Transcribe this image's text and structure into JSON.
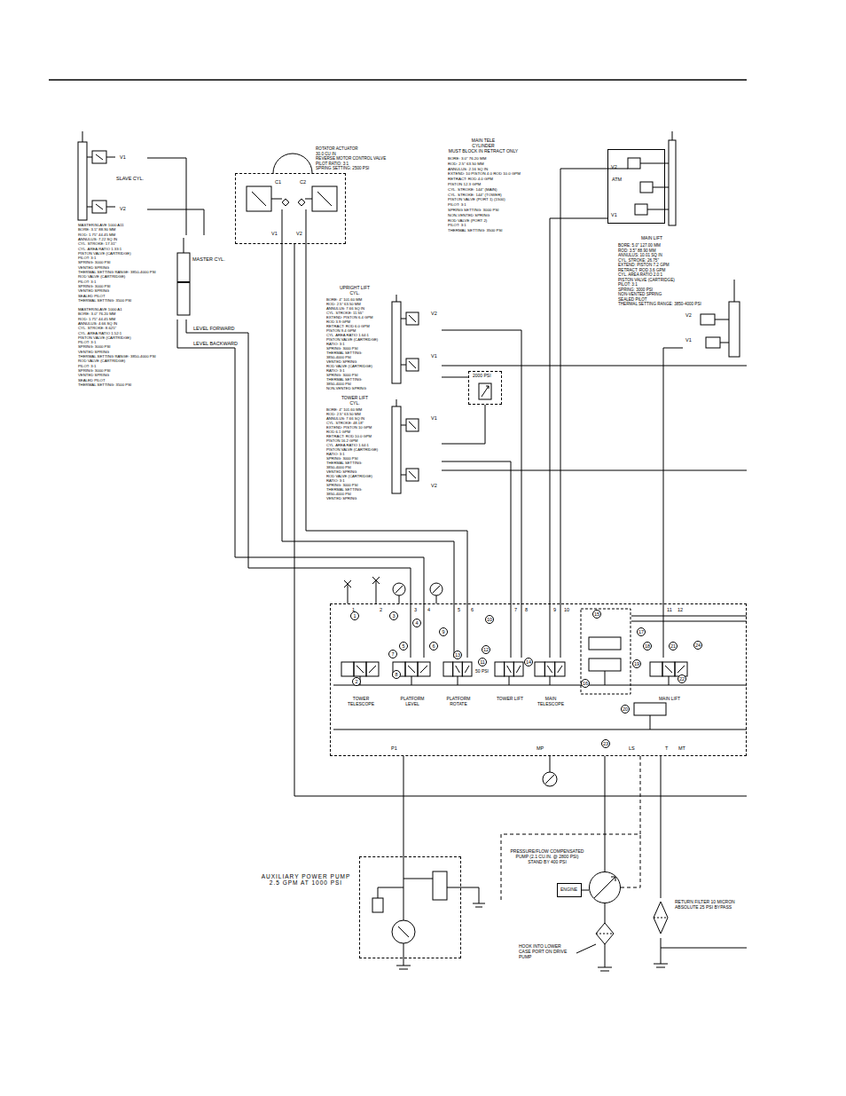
{
  "diagram": {
    "nodes": [
      {
        "text": [
          "V1",
          "SLAVE CYL.",
          "V2"
        ]
      },
      {
        "text": [
          "MASTER CYL."
        ]
      },
      {
        "text": [
          "C1",
          "C2",
          "V1",
          "V2"
        ]
      },
      {
        "text": [
          "V2",
          "ATM",
          "V1"
        ]
      },
      {
        "text": [
          "V2",
          "V1"
        ]
      },
      {
        "text": [
          "V2",
          "V1"
        ]
      },
      {
        "text": [
          "V1",
          "V2"
        ]
      },
      {
        "text": [
          "2000 PSI"
        ]
      },
      {
        "text": [
          "1",
          "2",
          "3",
          "4",
          "5",
          "6",
          "7",
          "8",
          "9",
          "10",
          "11",
          "12",
          "P1",
          "MP",
          "LS",
          "T",
          "MT"
        ]
      },
      {
        "text": [
          "TOWER TELESCOPE"
        ],
        "in": 8
      },
      {
        "text": [
          "PLATFORM LEVEL"
        ],
        "in": 8
      },
      {
        "text": [
          "PLATFORM ROTATE"
        ],
        "in": 8
      },
      {
        "text": [
          "TOWER LIFT"
        ],
        "in": 8
      },
      {
        "text": [
          "MAIN TELESCOPE"
        ],
        "in": 8
      },
      {
        "text": [
          "MAIN LIFT"
        ],
        "in": 8
      },
      {
        "text": [
          "AUXILIARY POWER PUMP 2.5 GPM AT 1000 PSI"
        ]
      },
      {
        "text": [
          "ENGINE"
        ]
      },
      {
        "text": [
          "PRESSURE/FLOW COMPENSATED PUMP (2.1 CU.IN. @ 2800 PSI) STAND BY 400 PSI"
        ]
      },
      {
        "text": [
          "RETURN FILTER 10 MICRON ABSOLUTE 25 PSI BYPASS"
        ]
      }
    ],
    "edges": [
      {
        "from": 0,
        "to": 1,
        "arrow": "none"
      },
      {
        "from": 0,
        "to": 1,
        "arrow": "none"
      },
      {
        "from": 1,
        "to": 10,
        "label": "LEVEL FORWARD",
        "arrow": "none"
      },
      {
        "from": 1,
        "to": 10,
        "label": "LEVEL BACKWARD",
        "arrow": "none"
      },
      {
        "from": 2,
        "to": 11,
        "arrow": "none"
      },
      {
        "from": 2,
        "to": 11,
        "arrow": "none"
      },
      {
        "from": 5,
        "to": 12,
        "arrow": "none"
      },
      {
        "from": 6,
        "to": 12,
        "arrow": "none"
      },
      {
        "from": 7,
        "to": 5,
        "arrow": "none"
      },
      {
        "from": 7,
        "to": 6,
        "arrow": "none"
      },
      {
        "from": 3,
        "to": 13,
        "arrow": "none"
      },
      {
        "from": 3,
        "to": 13,
        "arrow": "none"
      },
      {
        "from": 4,
        "to": 14,
        "arrow": "none"
      },
      {
        "from": 15,
        "to": 8,
        "arrow": "none"
      },
      {
        "from": 17,
        "to": 8,
        "arrow": "none"
      },
      {
        "from": 16,
        "to": 17,
        "arrow": "none"
      },
      {
        "from": 8,
        "to": 18,
        "arrow": "none"
      }
    ],
    "labels": [
      "MASTER/SLAVE 1000 A11",
      "BORE: 3.5\" 88.90 MM",
      "ROD: 1.75\" 44.45 MM",
      "ANNULUS: 7.22 SQ IN",
      "CYL. STROKE: 17.31\"",
      "CYL. AREA RATIO 1.33:1",
      "PISTON VALVE (CARTRIDGE)",
      "PILOT: 3:1",
      "SPRING: 3000 PSI",
      "VENTED SPRING",
      "THERMAL SETTING RANGE: 3850-4000 PSI",
      "ROD VALVE (CARTRIDGE)",
      "PILOT: 3:1",
      "SPRING: 3000 PSI",
      "VENTED SPRING",
      "SEALED PILOT",
      "THERMAL SETTING: 3500 PSI",
      "MASTER/SLAVE 1000 A1",
      "BORE: 3.0\" 76.20 MM",
      "ROD: 1.75\" 44.45 MM",
      "ANNULUS: 4.66 SQ IN",
      "CYL. STROKE: 8.625\"",
      "CYL. AREA RATIO 1.52:1",
      "PISTON VALVE (CARTRIDGE)",
      "PILOT: 3:1",
      "SPRING: 3000 PSI",
      "VENTED SPRING",
      "THERMAL SETTING RANGE: 3850-4000 PSI",
      "ROD VALVE (CARTRIDGE)",
      "PILOT: 3:1",
      "SPRING: 3000 PSI",
      "VENTED SPRING",
      "SEALED PILOT",
      "THERMAL SETTING: 3500 PSI",
      "ROTATOR ACTUATOR",
      "30.0 CU IN",
      "REVERSE MOTOR CONTROL VALVE",
      "PILOT RATIO: 3:1",
      "SPRING SETTING: 2500 PSI",
      "MAIN TELE",
      "CYLINDER",
      "MUST BLOCK IN RETRACT ONLY",
      "BORE: 3.0\" 76.20 MM",
      "ROD: 2.5\" 63.50 MM",
      "ANNULUS: 2.16 SQ IN",
      "EXTEND: 10 PISTON 4.0 ROD 10.0 GPM",
      "RETRACT: ROD 4.0 GPM",
      "PISTON 12.3 GPM",
      "CYL. STROKE: 144\" (MAIN)",
      "CYL. STROKE: 144\" (TOWER)",
      "PISTON VALVE (PORT 1) (1500)",
      "PILOT: 3:1",
      "SPRING SETTING: 3000 PSI",
      "NON-VENTED SPRING",
      "ROD VALVE (PORT 2)",
      "PILOT: 3:1",
      "THERMAL SETTING: 3500 PSI",
      "MAIN LIFT",
      "BORE: 5.0\" 127.00 MM",
      "ROD: 3.5\" 88.90 MM",
      "ANNULUS: 10.01 SQ IN",
      "CYL. STROKE: 26.75\"",
      "EXTEND: PISTON 7.2 GPM",
      "RETRACT: ROD 3.6 GPM",
      "CYL. AREA RATIO 2.0:1",
      "PISTON VALVE (CARTRIDGE)",
      "PILOT: 3:1",
      "SPRING: 3000 PSI",
      "NON-VENTED SPRING",
      "SEALED PILOT",
      "THERMAL SETTING RANGE: 3850-4000 PSI",
      "UPRIGHT LIFT",
      "CYL.",
      "BORE: 4\" 101.60 MM",
      "ROD: 2.5\" 63.50 MM",
      "ANNULUS: 7.66 SQ IN",
      "CYL. STROKE: 11.55\"",
      "EXTEND: PISTON 6.4 GPM",
      "ROD 3.9 GPM",
      "RETRACT: ROD 6.0 GPM",
      "PISTON 9.4 GPM",
      "CYL. AREA RATIO 1.64:1",
      "PISTON VALVE (CARTRIDGE)",
      "RATIO: 3:1",
      "SPRING: 3000 PSI",
      "THERMAL SETTING:",
      "3850-4000 PSI",
      "VENTED SPRING",
      "ROD VALVE (CARTRIDGE)",
      "RATIO: 3:1",
      "SPRING: 3000 PSI",
      "THERMAL SETTING:",
      "3850-4000 PSI",
      "NON-VENTED SPRING",
      "TOWER LIFT",
      "CYL.",
      "BORE: 4\" 101.60 MM",
      "ROD: 2.5\" 63.50 MM",
      "ANNULUS: 7.66 SQ IN",
      "CYL. STROKE: 48.18\"",
      "EXTEND: PISTON 10 GPM",
      "ROD 6.1 GPM",
      "RETRACT: ROD 10.0 GPM",
      "PISTON 16.2 GPM",
      "CYL. AREA RATIO 1.64:1",
      "PISTON VALVE (CARTRIDGE)",
      "RATIO: 3:1",
      "SPRING: 3000 PSI",
      "THERMAL SETTING:",
      "3850-4000 PSI",
      "VENTED SPRING",
      "ROD VALVE (CARTRIDGE)",
      "RATIO: 3:1",
      "SPRING: 3000 PSI",
      "THERMAL SETTING:",
      "3850-4000 PSI",
      "VENTED SPRING",
      "50 PSI",
      "1",
      "2",
      "3",
      "4",
      "5",
      "6",
      "7",
      "8",
      "9",
      "10",
      "11",
      "12",
      "13",
      "14",
      "15",
      "16",
      "17",
      "18",
      "19",
      "20",
      "21",
      "22",
      "23",
      "24",
      "HOOK INTO LOWER CASE PORT ON DRIVE PUMP"
    ]
  }
}
